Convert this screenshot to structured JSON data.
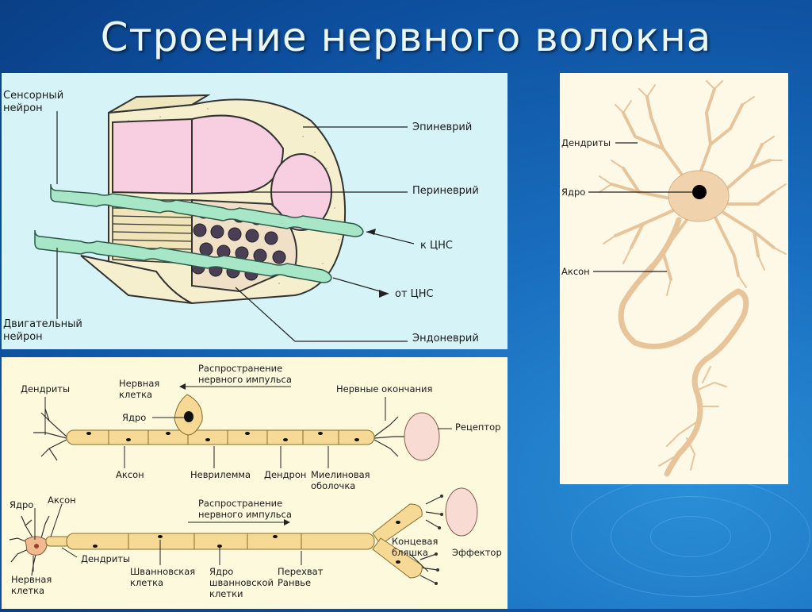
{
  "title": "Строение нервного волокна",
  "cross_section": {
    "sensory_neuron": [
      "Сенсорный",
      "нейрон"
    ],
    "motor_neuron": [
      "Двигательный",
      "нейрон"
    ],
    "epineurium": "Эпиневрий",
    "perineurium": "Периневрий",
    "to_cns": "к ЦНС",
    "from_cns": "от ЦНС",
    "endoneurium": "Эндоневрий"
  },
  "neuron_image": {
    "dendrites": "Дендриты",
    "nucleus": "Ядро",
    "axon": "Аксон"
  },
  "sensory_fiber": {
    "dendrites": "Дендриты",
    "nerve_cell": [
      "Нервная",
      "клетка"
    ],
    "propagation": [
      "Распространение",
      "нервного импульса"
    ],
    "nerve_endings": "Нервные окончания",
    "nucleus": "Ядро",
    "receptor": "Рецептор",
    "axon": "Аксон",
    "neurilemma": "Неврилемма",
    "dendron": "Дендрон",
    "myelin": [
      "Миелиновая",
      "оболочка"
    ]
  },
  "motor_fiber": {
    "nucleus": "Ядро",
    "axon": "Аксон",
    "propagation": [
      "Распространение",
      "нервного импульса"
    ],
    "end_plate": [
      "Концевая",
      "бляшка"
    ],
    "effector": "Эффектор",
    "nerve_cell": [
      "Нервная",
      "клетка"
    ],
    "dendrites": "Дендриты",
    "schwann_cell": [
      "Шванновская",
      "клетка"
    ],
    "schwann_nucleus": [
      "Ядро",
      "шванновской",
      "клетки"
    ],
    "ranvier": [
      "Перехват",
      "Ранвье"
    ]
  },
  "colors": {
    "background": "#0d4f9e",
    "panel_cross": "#d6f4f8",
    "panel_fiber": "#fdf9dd",
    "panel_neuron": "#fdf9e6",
    "fiber_fill": "#f6d995",
    "neuron_fill": "#f0d2ad",
    "receptor_fill": "#f8dcd4",
    "pink": "#f7cfe0",
    "axon_green": "#a8e6c8"
  }
}
